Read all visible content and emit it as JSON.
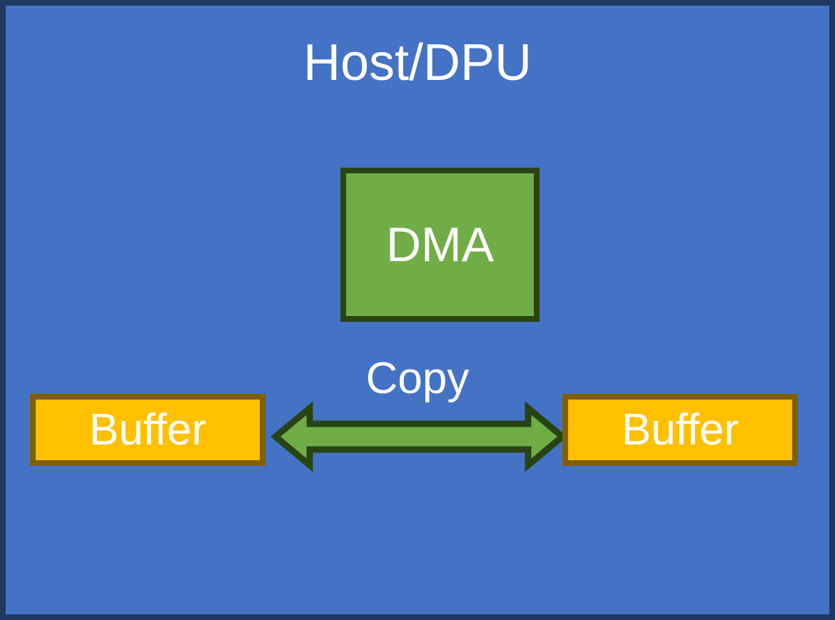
{
  "diagram": {
    "type": "block-diagram",
    "title": "Host/DPU",
    "frame": {
      "border_color": "#1F3864",
      "background_color": "#4472C4"
    },
    "nodes": [
      {
        "id": "dma",
        "label": "DMA",
        "shape": "rectangle",
        "fill_color": "#70AD47",
        "border_color": "#294413",
        "text_color": "#FFFFFF"
      },
      {
        "id": "buffer-left",
        "label": "Buffer",
        "shape": "rectangle",
        "fill_color": "#FFC000",
        "border_color": "#7F6000",
        "text_color": "#FFFFFF"
      },
      {
        "id": "buffer-right",
        "label": "Buffer",
        "shape": "rectangle",
        "fill_color": "#FFC000",
        "border_color": "#7F6000",
        "text_color": "#FFFFFF"
      }
    ],
    "edges": [
      {
        "id": "copy-edge",
        "label": "Copy",
        "from": "buffer-left",
        "to": "buffer-right",
        "direction": "bidirectional",
        "fill_color": "#70AD47",
        "border_color": "#294413",
        "label_color": "#FFFFFF"
      }
    ]
  }
}
